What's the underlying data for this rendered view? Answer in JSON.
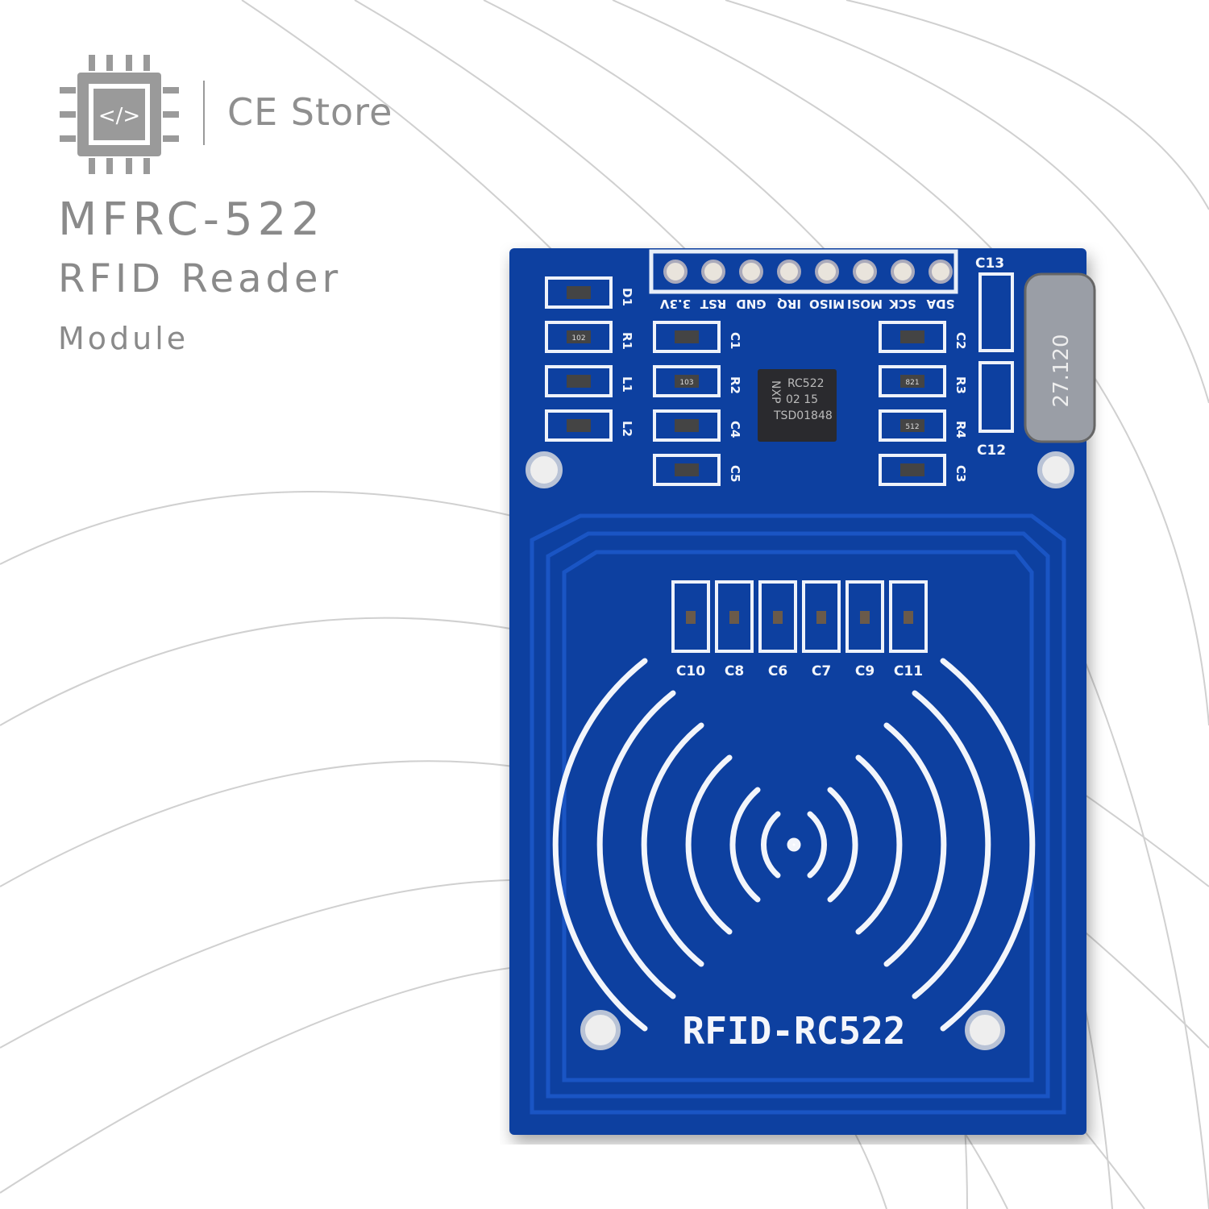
{
  "brand": {
    "name": "CE Store",
    "logo_icon": "chip-code-icon",
    "logo_glyph": "</>"
  },
  "product": {
    "title": "MFRC-522",
    "subtitle": "RFID Reader",
    "subtitle2": "Module"
  },
  "board": {
    "color": "#0d3fa0",
    "label": "RFID-RC522",
    "pins": [
      "3.3V",
      "RST",
      "GND",
      "IRQ",
      "MISO",
      "MOSI",
      "SCK",
      "SDA"
    ],
    "chip": {
      "line1": "RC522",
      "line2": "02 15",
      "line3": "TSD01848",
      "maker": "NXP"
    },
    "crystal": "27.120",
    "left_parts": [
      "D1",
      "R1",
      "L1",
      "L2"
    ],
    "mid_left_parts": [
      "C1",
      "R2",
      "C4",
      "C5"
    ],
    "mid_right_parts": [
      "C2",
      "R3",
      "R4",
      "C3"
    ],
    "resistor_codes": {
      "R1": "102",
      "R2": "103",
      "R3": "821",
      "R4": "512"
    },
    "crystal_caps": [
      "C13",
      "C12"
    ],
    "antenna_caps": [
      "C10",
      "C8",
      "C6",
      "C7",
      "C9",
      "C11"
    ]
  }
}
